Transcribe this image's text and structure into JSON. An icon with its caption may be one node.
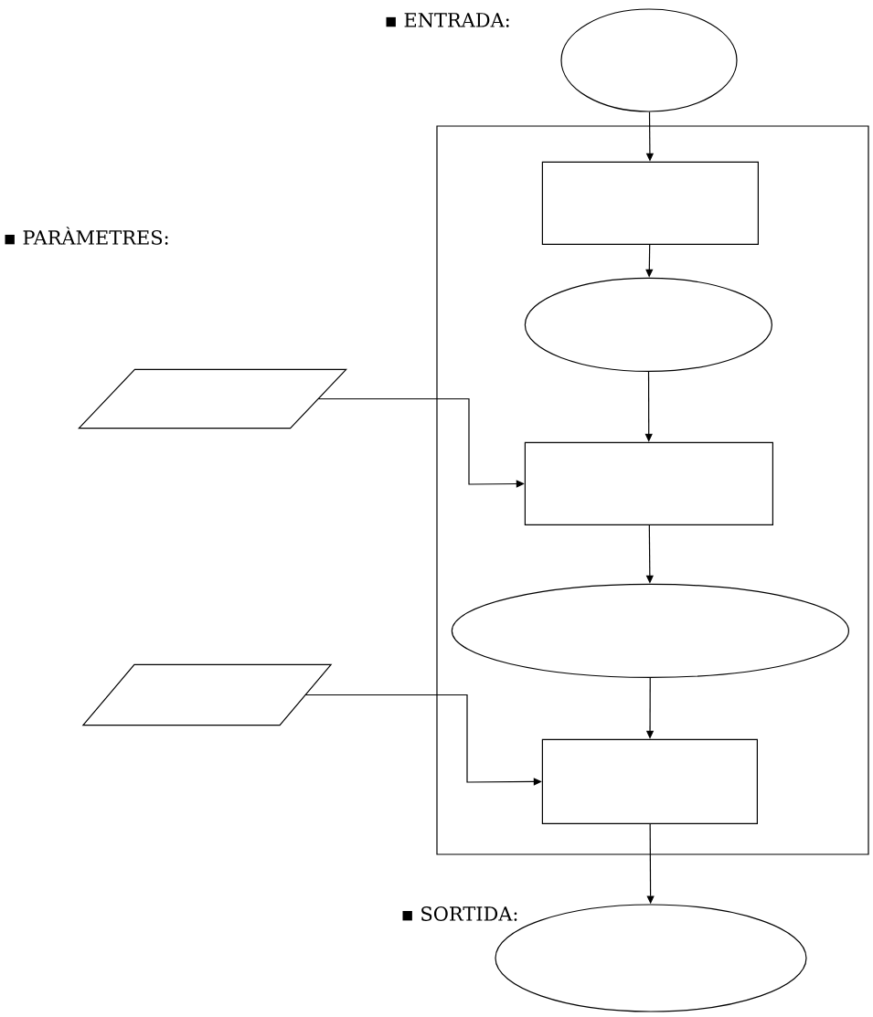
{
  "diagram": {
    "nodes": [
      {
        "text": [],
        "shape": "ellipse"
      },
      {
        "text": [],
        "shape": "box"
      },
      {
        "text": [],
        "shape": "box",
        "in": 1
      },
      {
        "text": [],
        "shape": "ellipse",
        "in": 1
      },
      {
        "text": [],
        "shape": "parallelogram"
      },
      {
        "text": [],
        "shape": "box",
        "in": 1
      },
      {
        "text": [],
        "shape": "ellipse",
        "in": 1
      },
      {
        "text": [],
        "shape": "parallelogram"
      },
      {
        "text": [],
        "shape": "box",
        "in": 1
      },
      {
        "text": [],
        "shape": "ellipse"
      }
    ],
    "edges": [
      {
        "from": 0,
        "to": 2,
        "arrow": "to"
      },
      {
        "from": 2,
        "to": 3,
        "arrow": "to"
      },
      {
        "from": 3,
        "to": 5,
        "arrow": "to"
      },
      {
        "from": 4,
        "to": 5,
        "arrow": "to"
      },
      {
        "from": 5,
        "to": 6,
        "arrow": "to"
      },
      {
        "from": 6,
        "to": 8,
        "arrow": "to"
      },
      {
        "from": 7,
        "to": 8,
        "arrow": "to"
      },
      {
        "from": 8,
        "to": 9,
        "arrow": "to"
      }
    ],
    "labels": [
      "▪ ENTRADA:",
      "▪ PARÀMETRES:",
      "▪ SORTIDA:"
    ]
  }
}
